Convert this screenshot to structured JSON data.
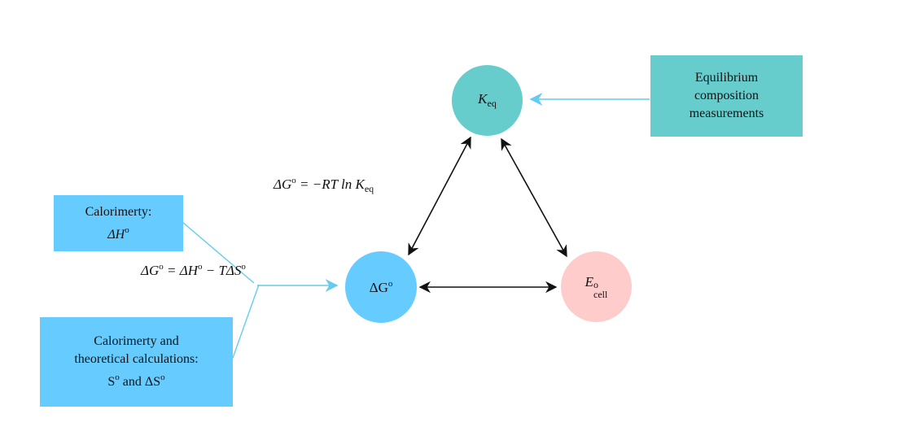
{
  "nodes": {
    "keq": {
      "main": "K",
      "sub": "eq",
      "color": "#66cccc"
    },
    "dg": {
      "main": "ΔG",
      "sup": "o",
      "color": "#66ccff"
    },
    "ecell": {
      "main": "E",
      "sup": "o",
      "sub": "cell",
      "color": "#ffcccc"
    }
  },
  "boxes": {
    "equilibrium": {
      "lines": [
        "Equilibrium",
        "composition",
        "measurements"
      ],
      "color": "#66cccc"
    },
    "calorimetry": {
      "line1": "Calorimerty:",
      "line2_main": "ΔH",
      "line2_sup": "o",
      "color": "#66ccff"
    },
    "calorimetry_theory": {
      "line1": "Calorimerty and",
      "line2": "theoretical calculations:",
      "line3_a": "S",
      "line3_a_sup": "o",
      "line3_mid": " and ",
      "line3_b": "ΔS",
      "line3_b_sup": "o",
      "color": "#66ccff"
    }
  },
  "equations": {
    "rt_ln_k": {
      "lhs": "ΔG",
      "lhs_sup": "o",
      "rhs": " = −RT ln K",
      "rhs_sub": "eq"
    },
    "gibbs": {
      "lhs": "ΔG",
      "lhs_sup": "o",
      "mid": " = ΔH",
      "mid_sup": "o",
      "rhs": " − TΔS",
      "rhs_sup": "o"
    }
  },
  "colors": {
    "arrow_black": "#111111",
    "arrow_blue": "#66ccee"
  }
}
